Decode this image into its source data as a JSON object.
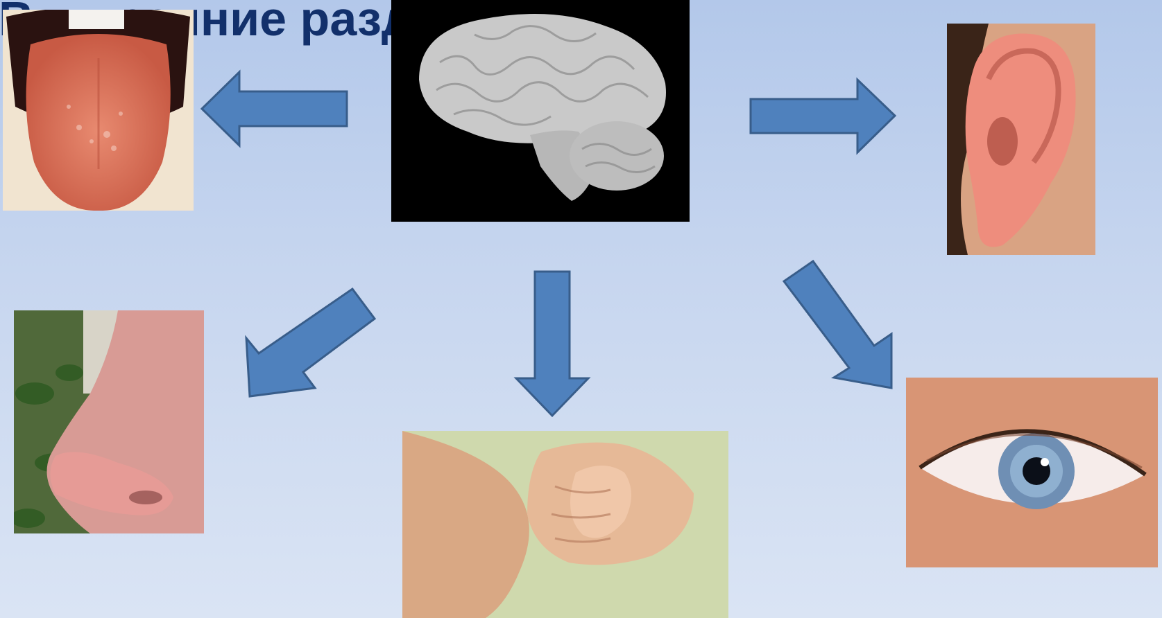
{
  "slide": {
    "title": "Внутренние раздражители",
    "background_top": "#b3c8ea",
    "background_bottom": "#dae4f4",
    "title_color": "#12306b",
    "arrow_fill": "#4f81bd",
    "arrow_stroke": "#385d8a"
  },
  "images": [
    {
      "name": "brain-image",
      "depicts": "human brain on black background"
    },
    {
      "name": "tongue-image",
      "depicts": "tongue (taste)"
    },
    {
      "name": "ear-image",
      "depicts": "ear (hearing)"
    },
    {
      "name": "nose-image",
      "depicts": "nose (smell)"
    },
    {
      "name": "hands-image",
      "depicts": "hands (touch)"
    },
    {
      "name": "eye-image",
      "depicts": "eye (vision)"
    }
  ],
  "arrows": [
    {
      "name": "arrow-to-tongue-icon",
      "direction": "left"
    },
    {
      "name": "arrow-to-ear-icon",
      "direction": "right"
    },
    {
      "name": "arrow-to-nose-icon",
      "direction": "down-left"
    },
    {
      "name": "arrow-to-hands-icon",
      "direction": "down"
    },
    {
      "name": "arrow-to-eye-icon",
      "direction": "down-right"
    }
  ]
}
